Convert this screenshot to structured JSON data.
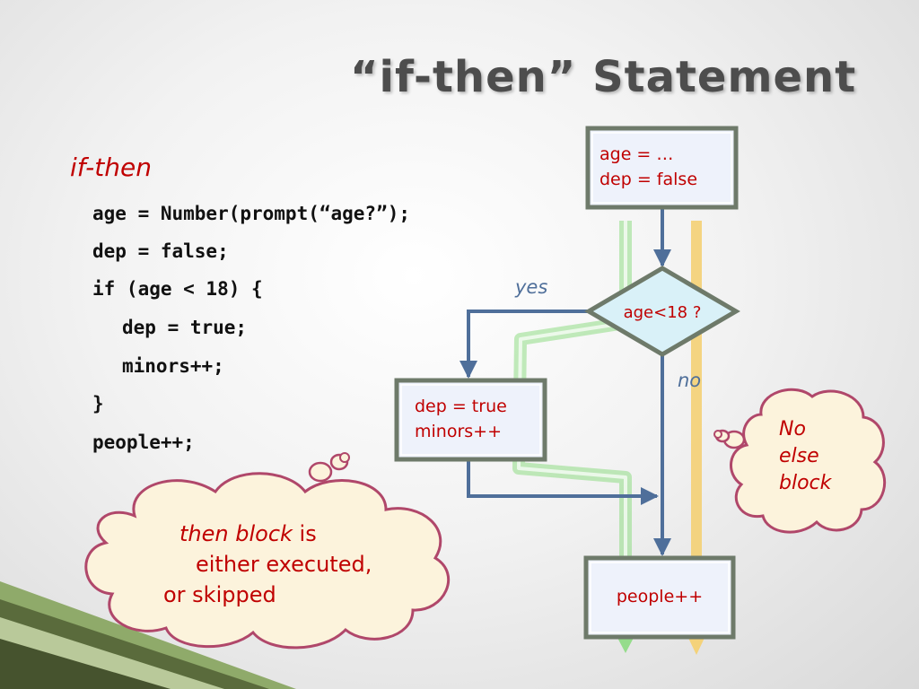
{
  "slide": {
    "title": "“if-then” Statement",
    "subheading": "if-then",
    "code_lines": [
      "age = Number(prompt(“age?”);",
      "dep = false;",
      "if (age < 18) {",
      "dep = true;",
      "minors++;",
      "}",
      "people++;"
    ]
  },
  "flowchart": {
    "start_box": {
      "line1": "age = …",
      "line2": "dep = false"
    },
    "decision": "age<18 ?",
    "yes_label": "yes",
    "no_label": "no",
    "then_box": {
      "line1": "dep = true",
      "line2": "minors++"
    },
    "end_box": "people++"
  },
  "clouds": {
    "left": {
      "italic": "then block",
      "rest1": " is",
      "line2": "either executed,",
      "line3": "or skipped"
    },
    "right": {
      "line1": "No",
      "line2": "else",
      "line3": "block"
    }
  },
  "colors": {
    "title": "#4d4d4d",
    "accent_red": "#c00000",
    "arrow_blue": "#4f6f9a",
    "box_fill": "#eef2fb",
    "decision_fill": "#d9f1f8",
    "green_path": "#86d97a",
    "yellow_path": "#f5cf6e",
    "cloud_fill": "#fcf3dc",
    "cloud_stroke": "#b0476a"
  }
}
